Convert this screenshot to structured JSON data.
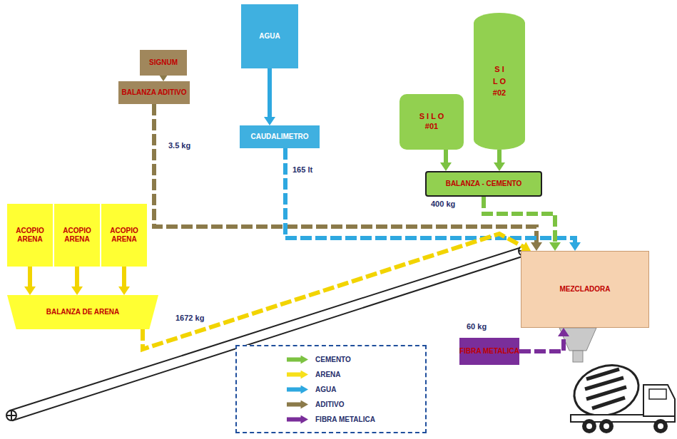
{
  "diagram": {
    "nodes": [
      {
        "text": [
          "SIGNUM"
        ]
      },
      {
        "text": [
          "BALANZA ADITIVO"
        ]
      },
      {
        "text": [
          "AGUA"
        ]
      },
      {
        "text": [
          "CAUDALIMETRO"
        ]
      },
      {
        "text": [
          "S I L O #01"
        ]
      },
      {
        "text": [
          "S I L O #02"
        ]
      },
      {
        "text": [
          "BALANZA - CEMENTO"
        ]
      },
      {
        "text": [
          "ACOPIO ARENA"
        ]
      },
      {
        "text": [
          "ACOPIO ARENA"
        ]
      },
      {
        "text": [
          "ACOPIO ARENA"
        ]
      },
      {
        "text": [
          "BALANZA DE ARENA"
        ]
      },
      {
        "text": [
          "MEZCLADORA"
        ]
      },
      {
        "text": [
          "FIBRA METALICA"
        ]
      }
    ],
    "edges": [
      {
        "from": 0,
        "to": 1,
        "arrow": "to"
      },
      {
        "from": 1,
        "to": 11,
        "label": "3.5 kg",
        "arrow": "to"
      },
      {
        "from": 2,
        "to": 3,
        "arrow": "to"
      },
      {
        "from": 3,
        "to": 11,
        "label": "165 lt",
        "arrow": "to"
      },
      {
        "from": 4,
        "to": 6,
        "arrow": "to"
      },
      {
        "from": 5,
        "to": 6,
        "arrow": "to"
      },
      {
        "from": 6,
        "to": 11,
        "label": "400 kg",
        "arrow": "to"
      },
      {
        "from": 7,
        "to": 10,
        "arrow": "to"
      },
      {
        "from": 8,
        "to": 10,
        "arrow": "to"
      },
      {
        "from": 9,
        "to": 10,
        "arrow": "to"
      },
      {
        "from": 10,
        "to": 11,
        "label": "1672 kg",
        "arrow": "to"
      },
      {
        "from": 12,
        "to": 11,
        "label": "60 kg",
        "arrow": "to"
      }
    ],
    "legend": [
      {
        "text": "CEMENTO",
        "color": "#7cc242"
      },
      {
        "text": "ARENA",
        "color": "#f7e01a"
      },
      {
        "text": "AGUA",
        "color": "#2ea8e0"
      },
      {
        "text": "ADITIVO",
        "color": "#8b7a4a"
      },
      {
        "text": "FIBRA METALICA",
        "color": "#7a2e9a"
      }
    ]
  }
}
